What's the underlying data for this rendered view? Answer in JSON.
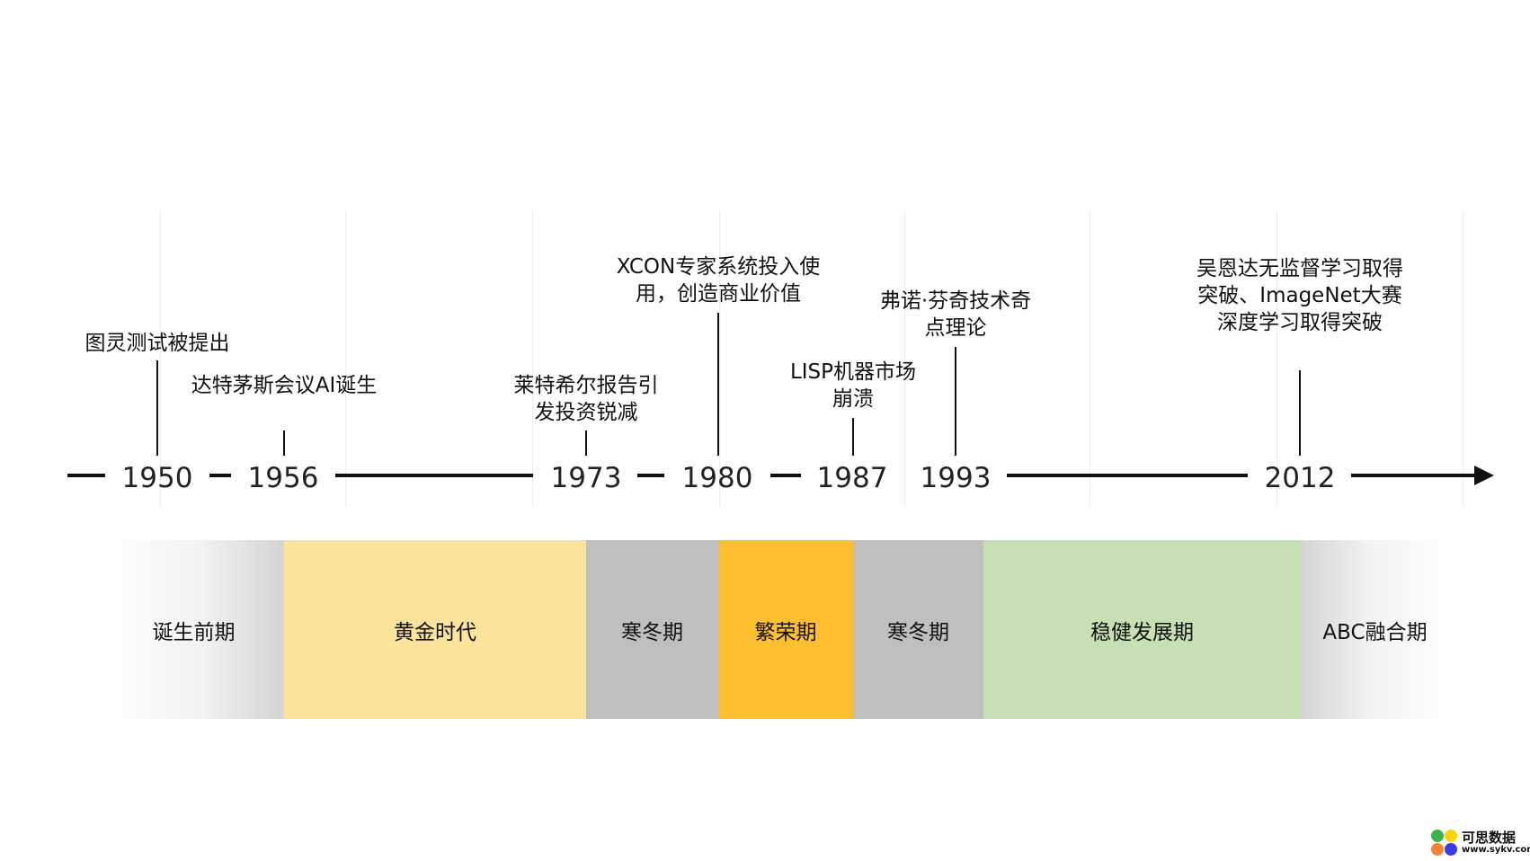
{
  "timeline": {
    "milestones": [
      {
        "year": "1950",
        "event": "图灵测试被提出"
      },
      {
        "year": "1956",
        "event": "达特茅斯会议AI诞生"
      },
      {
        "year": "1973",
        "event": "莱特希尔报告引发投资锐减"
      },
      {
        "year": "1980",
        "event": "XCON专家系统投入使用，创造商业价值"
      },
      {
        "year": "1987",
        "event": "LISP机器市场崩溃"
      },
      {
        "year": "1993",
        "event": "弗诺·芬奇技术奇点理论"
      },
      {
        "year": "2012",
        "event": "吴恩达无监督学习取得突破、ImageNet大赛深度学习取得突破"
      }
    ]
  },
  "periods": [
    {
      "label": "诞生前期",
      "color": "#d9d9d9"
    },
    {
      "label": "黄金时代",
      "color": "#fbe39c"
    },
    {
      "label": "寒冬期",
      "color": "#bfbfbf"
    },
    {
      "label": "繁荣期",
      "color": "#fbbf2f"
    },
    {
      "label": "寒冬期",
      "color": "#bfbfbf"
    },
    {
      "label": "稳健发展期",
      "color": "#c6e0b4"
    },
    {
      "label": "ABC融合期",
      "color": "#d9d9d9"
    }
  ],
  "logo": {
    "name": "可思数据",
    "url": "www.sykv.com"
  }
}
